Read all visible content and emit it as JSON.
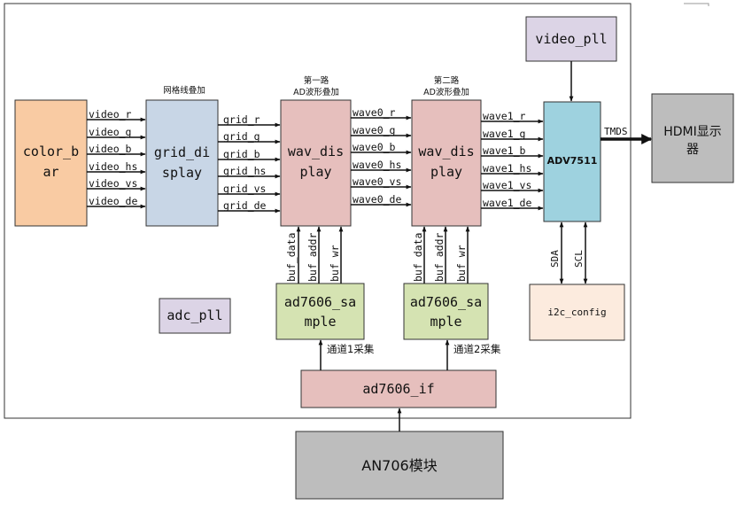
{
  "colors": {
    "color_bar": "#F9CBA3",
    "grid_display": "#C8D6E6",
    "wav_display": "#E6BFBD",
    "ad7606_sample": "#D5E3B2",
    "ad7606_if": "#E6BFBD",
    "pll": "#DCD4E6",
    "adv7511": "#9ED2DF",
    "i2c_config": "#FCEBDE",
    "external": "#BDBDBD",
    "outline": "#333333"
  },
  "blocks": {
    "color_bar": {
      "line1": "color_b",
      "line2": "ar"
    },
    "grid_display": {
      "line1": "grid_di",
      "line2": "splay",
      "caption": "网格线叠加"
    },
    "wav_display_1": {
      "line1": "wav_dis",
      "line2": "play",
      "caption1": "第一路",
      "caption2": "AD波形叠加"
    },
    "wav_display_2": {
      "line1": "wav_dis",
      "line2": "play",
      "caption1": "第二路",
      "caption2": "AD波形叠加"
    },
    "video_pll": {
      "label": "video_pll"
    },
    "adc_pll": {
      "label": "adc_pll"
    },
    "adv7511": {
      "label": "ADV7511"
    },
    "i2c_config": {
      "label": "i2c_config"
    },
    "hdmi": {
      "line1": "HDMI显示",
      "line2": "器"
    },
    "ad7606_sample_1": {
      "line1": "ad7606_sa",
      "line2": "mple"
    },
    "ad7606_sample_2": {
      "line1": "ad7606_sa",
      "line2": "mple"
    },
    "ad7606_if": {
      "label": "ad7606_if"
    },
    "an706": {
      "label": "AN706模块"
    }
  },
  "signals": {
    "video": [
      "video_r",
      "video_g",
      "video_b",
      "video_hs",
      "video_vs",
      "video_de"
    ],
    "grid": [
      "grid_r",
      "grid_g",
      "grid_b",
      "grid_hs",
      "grid_vs",
      "grid_de"
    ],
    "wave0": [
      "wave0_r",
      "wave0_g",
      "wave0_b",
      "wave0_hs",
      "wave0_vs",
      "wave0_de"
    ],
    "wave1": [
      "wave1_r",
      "wave1_g",
      "wave1_b",
      "wave1_hs",
      "wave1_vs",
      "wave1_de"
    ],
    "buf": [
      "buf_data",
      "buf_addr",
      "buf_wr"
    ],
    "tmds": "TMDS",
    "sda": "SDA",
    "scl": "SCL",
    "channel1": "通道1采集",
    "channel2": "通道2采集"
  }
}
